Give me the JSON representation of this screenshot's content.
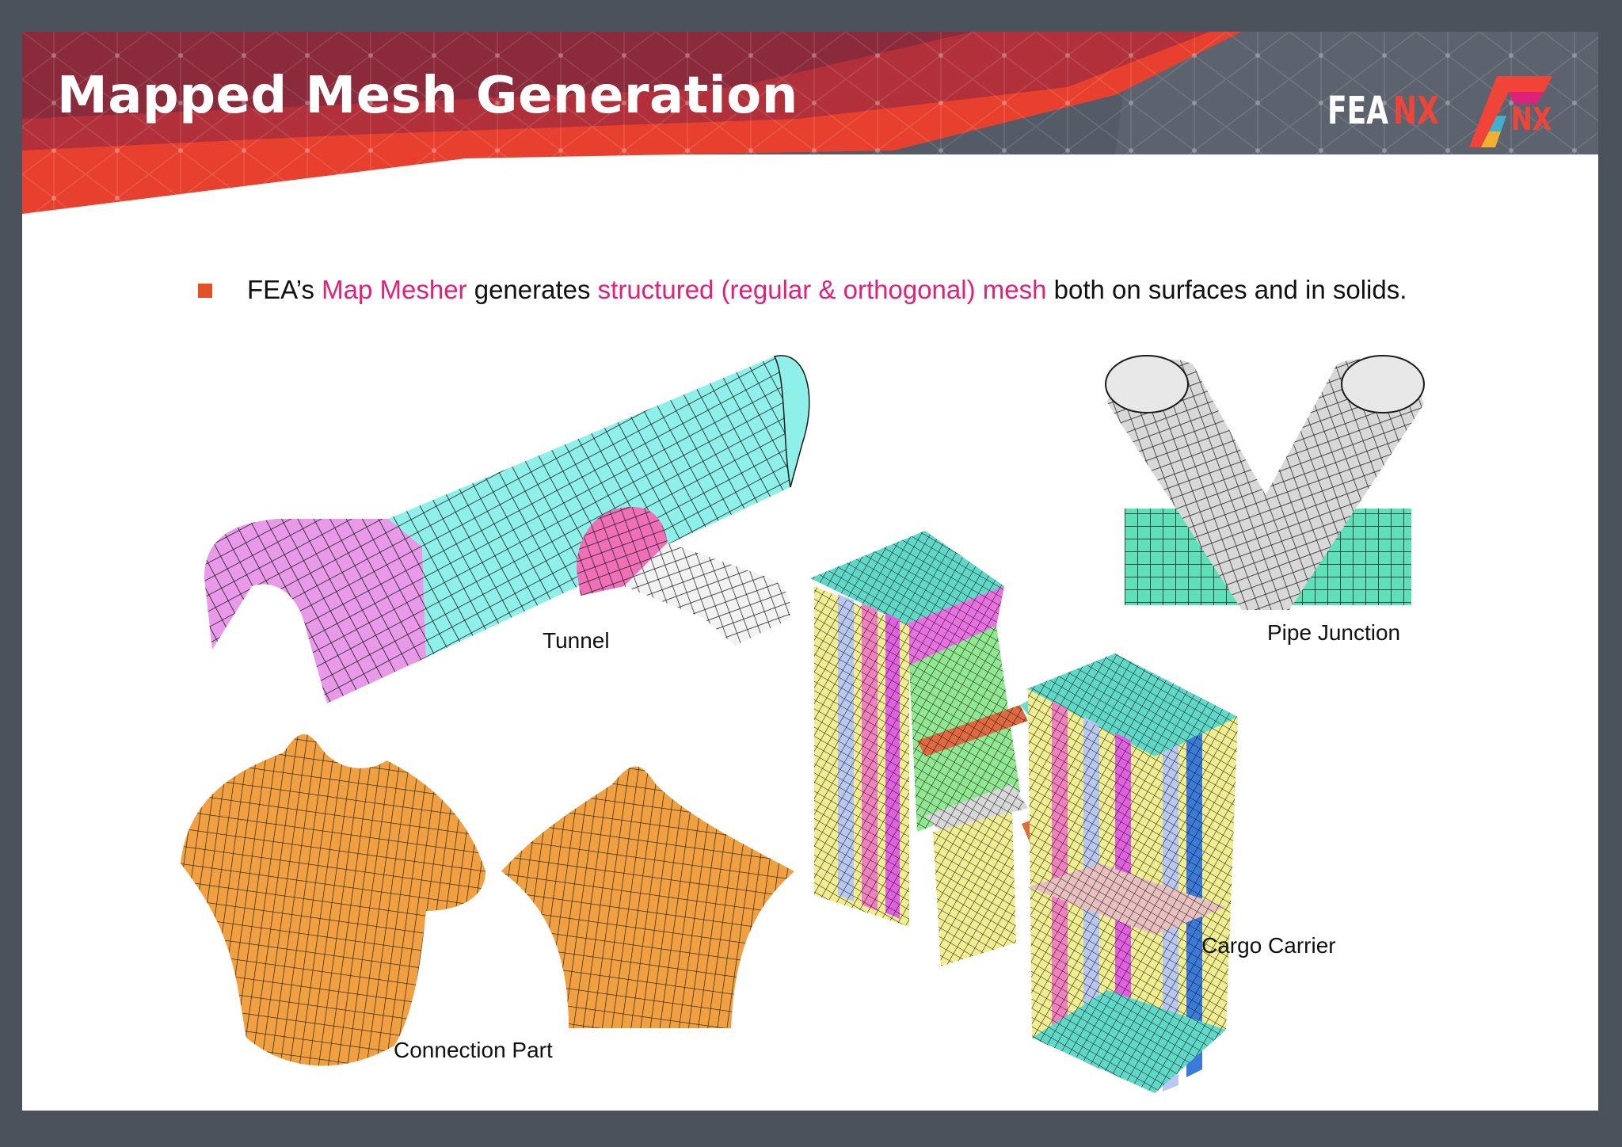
{
  "slide": {
    "title": "Mapped Mesh Generation",
    "logo": {
      "brand": "FEA",
      "product": "NX",
      "mark_text": "NX"
    },
    "bullet": {
      "parts": [
        {
          "text": "FEA’s ",
          "highlight": false
        },
        {
          "text": "Map Mesher",
          "highlight": true
        },
        {
          "text": " generates ",
          "highlight": false
        },
        {
          "text": "structured (regular & orthogonal) mesh",
          "highlight": true
        },
        {
          "text": " both on surfaces and in solids.",
          "highlight": false
        }
      ]
    },
    "captions": {
      "tunnel": "Tunnel",
      "pipe_junction": "Pipe Junction",
      "connection_part": "Connection Part",
      "cargo_carrier": "Cargo Carrier"
    }
  },
  "colors": {
    "header_red": "#e8402e",
    "header_dark_red": "#8a2a3a",
    "highlight": "#e0217a",
    "bullet": "#e35226",
    "mesh_cyan": "#8ff0ea",
    "mesh_pink": "#e89ae8",
    "mesh_orange": "#f0a040",
    "mesh_teal": "#5fe0b8",
    "mesh_gray": "#d8d8d8"
  }
}
